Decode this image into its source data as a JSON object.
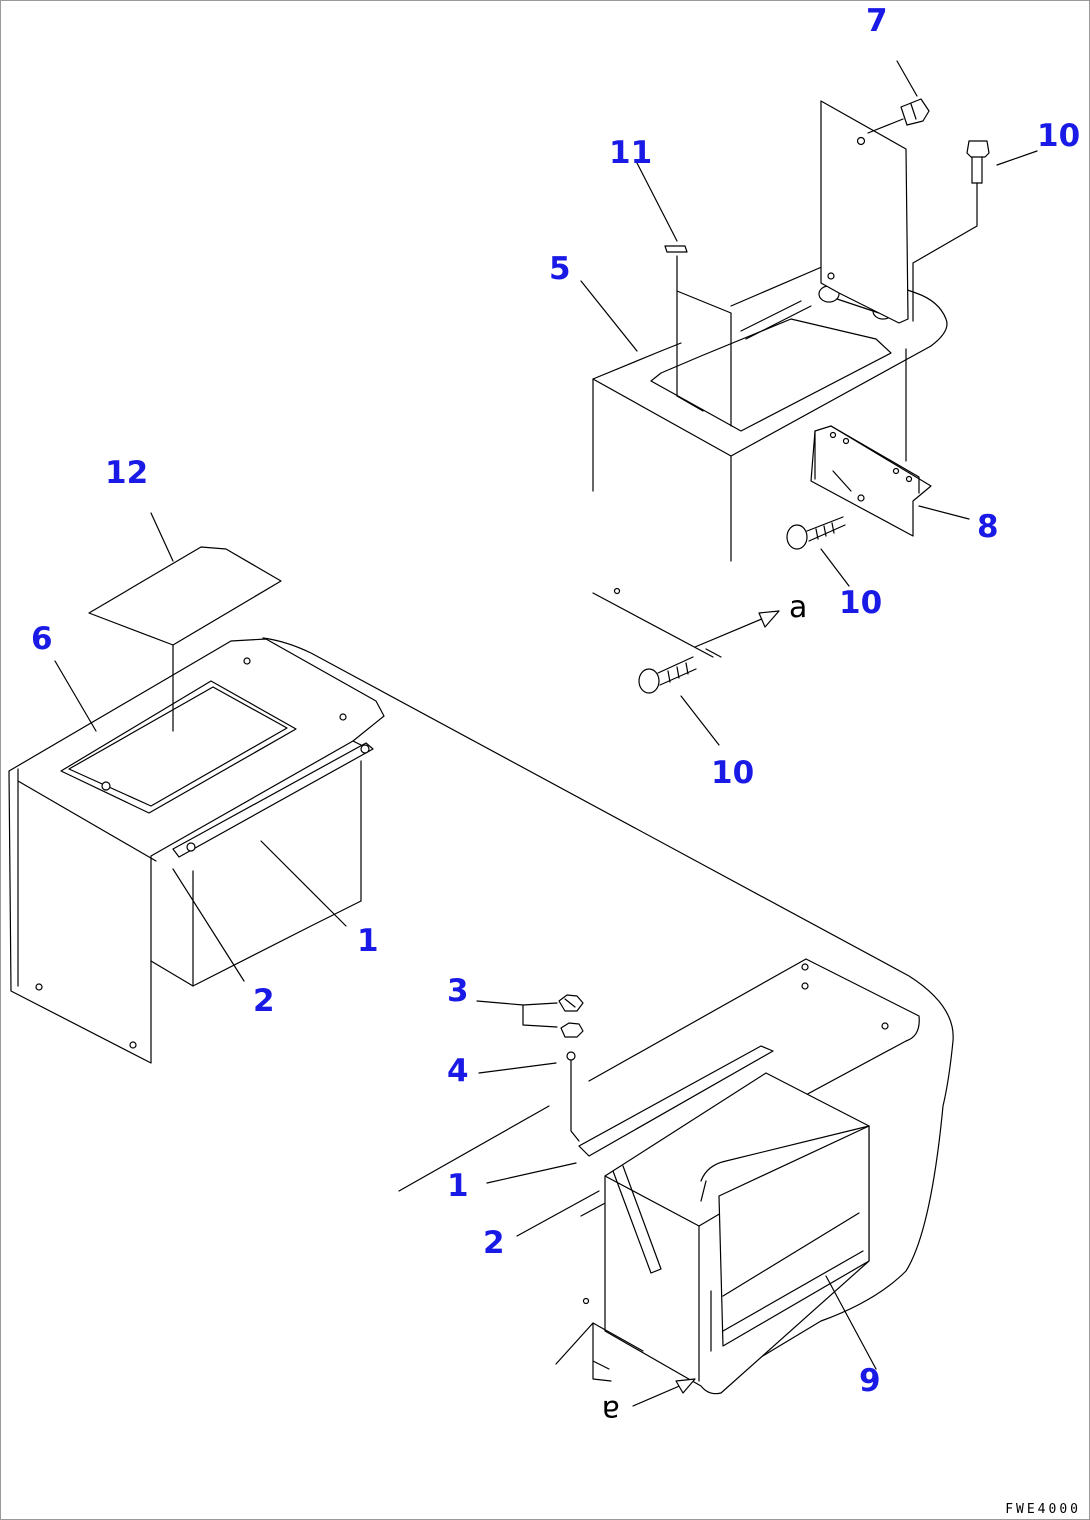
{
  "drawing": {
    "code": "FWE4000",
    "callouts": {
      "c1a": "1",
      "c1b": "1",
      "c2a": "2",
      "c2b": "2",
      "c3": "3",
      "c4": "4",
      "c5": "5",
      "c6": "6",
      "c7": "7",
      "c8": "8",
      "c9": "9",
      "c10a": "10",
      "c10b": "10",
      "c10c": "10",
      "c11": "11",
      "c12": "12"
    },
    "view_marker": "a",
    "colors": {
      "callout": "#1a1ae6",
      "lines": "#000000"
    }
  }
}
